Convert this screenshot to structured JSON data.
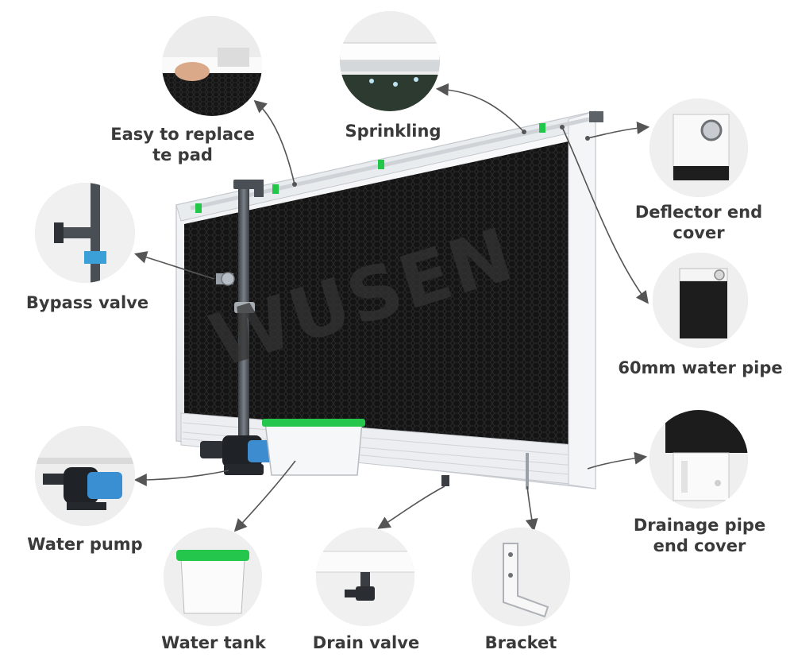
{
  "brand": {
    "watermark": "WUSEN"
  },
  "colors": {
    "pad": "#171717",
    "frame": "#f1f2f4",
    "accent": "#22c74a",
    "pipe": "#4a4f55",
    "label": "#3a3a3a",
    "arrow": "#555555"
  },
  "callouts": {
    "easy_replace": {
      "line1": "Easy to replace",
      "line2": "te pad"
    },
    "sprinkling": {
      "line1": "Sprinkling"
    },
    "deflector": {
      "line1": "Deflector end",
      "line2": "cover"
    },
    "water_pipe": {
      "line1": "60mm water pipe"
    },
    "bypass_valve": {
      "line1": "Bypass valve"
    },
    "drainage": {
      "line1": "Drainage pipe",
      "line2": "end cover"
    },
    "water_pump": {
      "line1": "Water pump"
    },
    "water_tank": {
      "line1": "Water tank"
    },
    "drain_valve": {
      "line1": "Drain valve"
    },
    "bracket": {
      "line1": "Bracket"
    }
  }
}
